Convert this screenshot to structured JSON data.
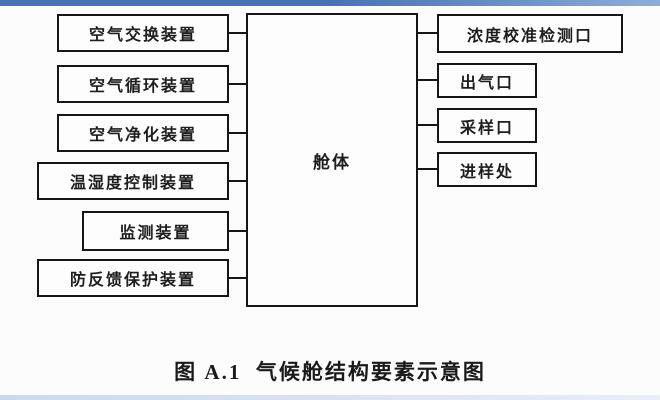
{
  "diagram": {
    "title_caption": "图 A.1  气候舱结构要素示意图",
    "center_box": {
      "label": "舱体"
    },
    "left_boxes": [
      {
        "label": "空气交换装置"
      },
      {
        "label": "空气循环装置"
      },
      {
        "label": "空气净化装置"
      },
      {
        "label": "温湿度控制装置"
      },
      {
        "label": "监测装置"
      },
      {
        "label": "防反馈保护装置"
      }
    ],
    "right_boxes": [
      {
        "label": "浓度校准检测口"
      },
      {
        "label": "出气口"
      },
      {
        "label": "采样口"
      },
      {
        "label": "进样处"
      }
    ],
    "colors": {
      "box_border": "#161616",
      "background": "#fcfcfd",
      "top_bar_blue": "#4a73b4",
      "bottom_bar_blue": "#cdd8ec",
      "text": "#1e1e1e"
    }
  }
}
